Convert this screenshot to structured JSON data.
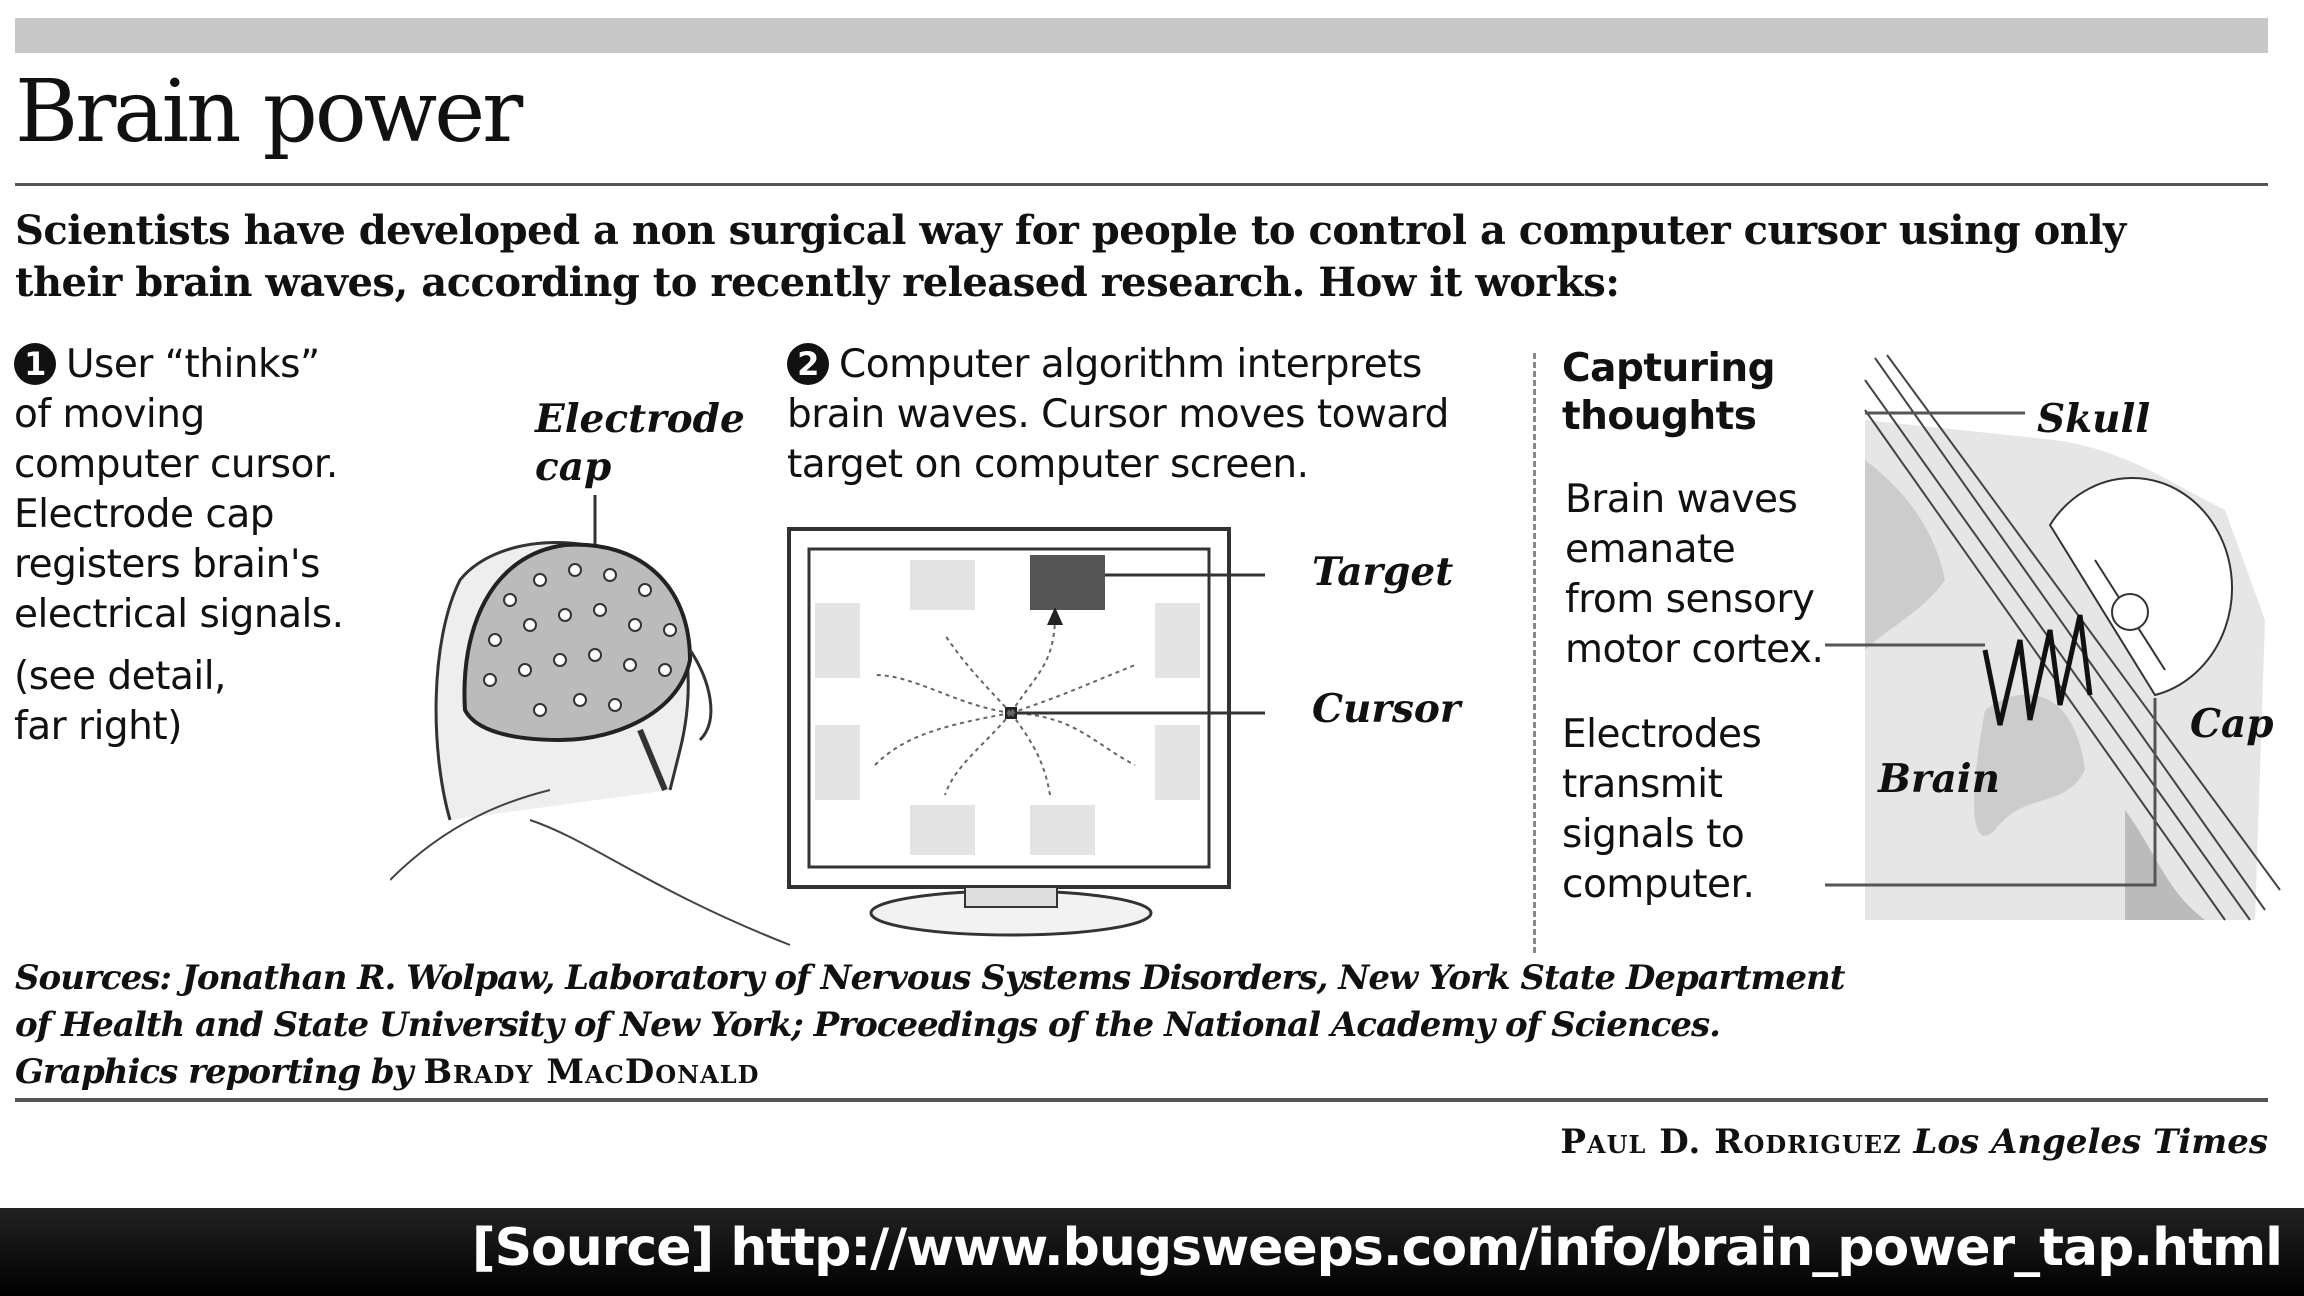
{
  "title": "Brain power",
  "intro": "Scientists have developed a non surgical way for people to control a computer cursor using only their brain waves, according to recently released research. How it works:",
  "step1": {
    "number": "1",
    "lines": [
      "User “thinks”",
      "of moving",
      "computer cursor.",
      "Electrode cap",
      "registers brain's",
      "electrical signals."
    ],
    "note": [
      "(see detail,",
      "far right)"
    ],
    "label": [
      "Electrode",
      "cap"
    ]
  },
  "step2": {
    "number": "2",
    "lines": [
      "Computer algorithm interprets",
      "brain waves. Cursor moves toward",
      "target on computer screen."
    ],
    "target_label": "Target",
    "cursor_label": "Cursor"
  },
  "detail": {
    "heading": [
      "Capturing",
      "thoughts"
    ],
    "para1": [
      "Brain waves",
      "emanate",
      "from sensory",
      "motor cortex."
    ],
    "para2": [
      "Electrodes",
      "transmit",
      "signals to",
      "computer."
    ],
    "labels": {
      "skull": "Skull",
      "cap": "Cap",
      "brain": "Brain"
    }
  },
  "sources": {
    "line1": "Sources: Jonathan R. Wolpaw, Laboratory of Nervous Systems Disorders, New York State Department",
    "line2": "of Health and State University of New York; Proceedings of the National Academy of Sciences.",
    "line3_prefix": "Graphics reporting by",
    "reporter": "Brady MacDonald"
  },
  "credit": {
    "artist": "Paul D. Rodriguez",
    "paper": "Los Angeles Times"
  },
  "footer": "[Source]  http://www.bugsweeps.com/info/brain_power_tap.html"
}
